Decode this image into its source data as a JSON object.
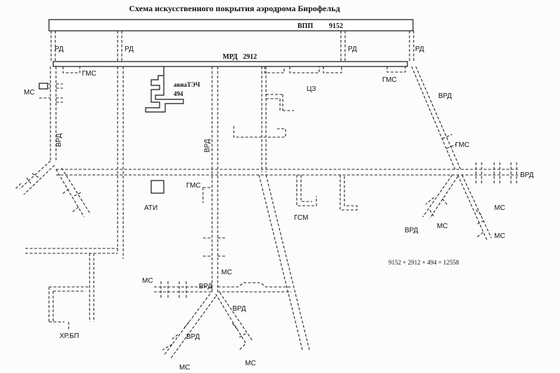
{
  "title": "Схема искусственного покрытия аэродрома Бирофельд",
  "runway": {
    "code": "ВПП",
    "area": "9152"
  },
  "apron": {
    "code": "МРД",
    "area": "2912"
  },
  "heliport_area": {
    "name": "авиаТЭЧ",
    "value": "494"
  },
  "formula": "9152 + 2912 + 494 = 12558",
  "labels": {
    "rd": "РД",
    "vrd": "ВРД",
    "gms": "ГМС",
    "ms": "МС",
    "cz": "ЦЗ",
    "ati": "АТИ",
    "gsm": "ГСМ",
    "hrbp": "ХР.БП"
  },
  "colors": {
    "line": "#222222",
    "background": "#fbfdfb"
  }
}
